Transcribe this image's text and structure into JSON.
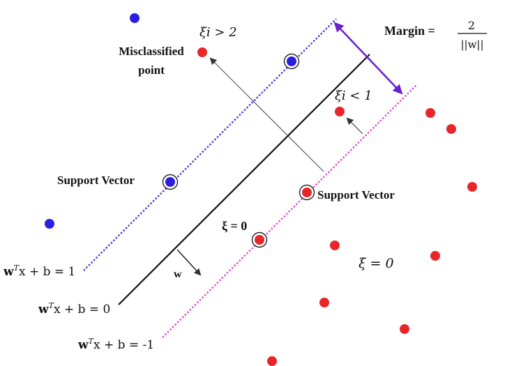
{
  "colors": {
    "background": "#ffffff",
    "blue_point": "#2a1ee0",
    "red_point": "#e8262a",
    "hyperplane": "#111111",
    "positive_margin": "#4a3ad8",
    "negative_margin": "#e04bd8",
    "margin_arrow": "#6a22d0",
    "annotation_arrow": "#333333"
  },
  "labels": {
    "margin_label": "Margin =",
    "margin_numerator": "2",
    "margin_denominator": "||w||",
    "xi_gt_2": "ξi > 2",
    "xi_lt_1": "ξi < 1",
    "misclassified_line1": "Misclassified",
    "misclassified_line2": "point",
    "support_vector_left": "Support Vector",
    "support_vector_right": "Support Vector",
    "xi_eq_0_bold": "ξ = 0",
    "xi_eq_0_italic": "ξ = 0",
    "w_vector": "w",
    "eq_plus_one": "wTx + b = 1",
    "eq_zero": "wTx + b = 0",
    "eq_minus_one": "wTx + b = -1"
  },
  "points": {
    "blue": [
      {
        "name": "blue-point-top",
        "support_vector": false
      },
      {
        "name": "blue-point-support-upper",
        "support_vector": true
      },
      {
        "name": "blue-point-support-left",
        "support_vector": true
      },
      {
        "name": "blue-point-left",
        "support_vector": false
      }
    ],
    "red": [
      {
        "name": "red-point-misclassified",
        "support_vector": false
      },
      {
        "name": "red-point-xi-lt-1",
        "support_vector": false
      },
      {
        "name": "red-point-support-right",
        "support_vector": true
      },
      {
        "name": "red-point-support-xi0",
        "support_vector": true
      },
      {
        "name": "red-point-1",
        "support_vector": false
      },
      {
        "name": "red-point-2",
        "support_vector": false
      },
      {
        "name": "red-point-3",
        "support_vector": false
      },
      {
        "name": "red-point-4",
        "support_vector": false
      },
      {
        "name": "red-point-5",
        "support_vector": false
      },
      {
        "name": "red-point-6",
        "support_vector": false
      },
      {
        "name": "red-point-7",
        "support_vector": false
      },
      {
        "name": "red-point-8",
        "support_vector": false
      }
    ]
  }
}
